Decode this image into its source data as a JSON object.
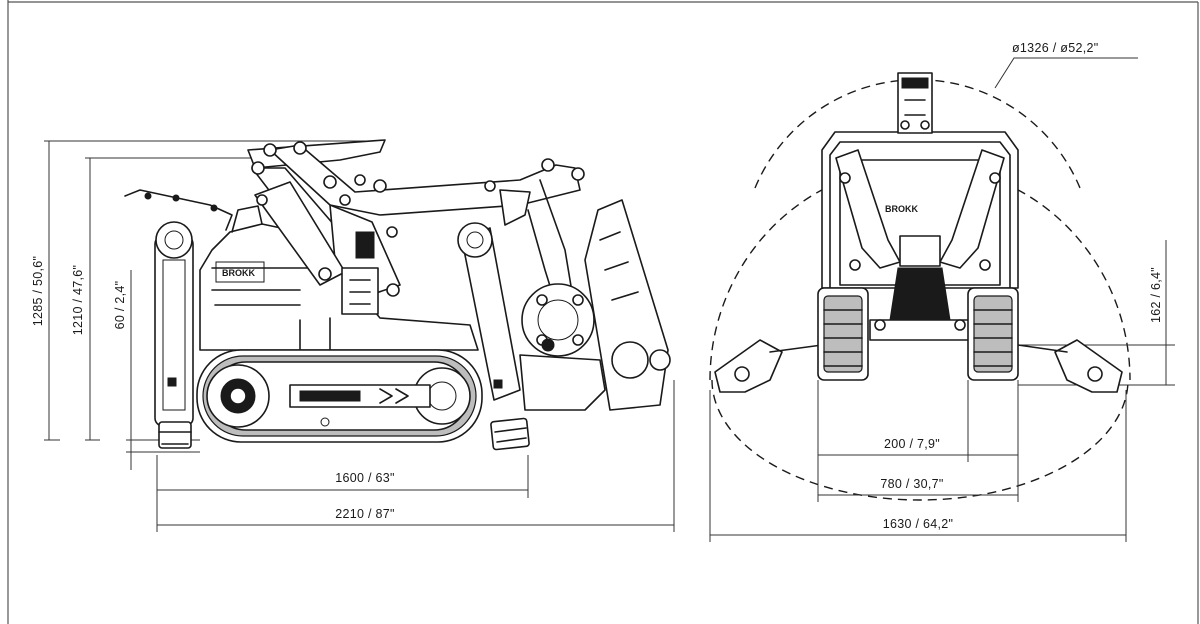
{
  "side_view": {
    "dimensions": {
      "total_height": "1285 / 50,6\"",
      "height_2": "1210 / 47,6\"",
      "ground_clearance": "60 / 2,4\"",
      "track_length": "1600 / 63\"",
      "total_length": "2210 / 87\""
    },
    "brand_text": "BROKK"
  },
  "front_view": {
    "dimensions": {
      "swing_diameter": "ø1326 / ø52,2\"",
      "outrigger_height": "162 / 6,4\"",
      "track_width": "200 / 7,9\"",
      "machine_width": "780 / 30,7\"",
      "outrigger_span": "1630 / 64,2\""
    },
    "brand_text": "BROKK"
  }
}
